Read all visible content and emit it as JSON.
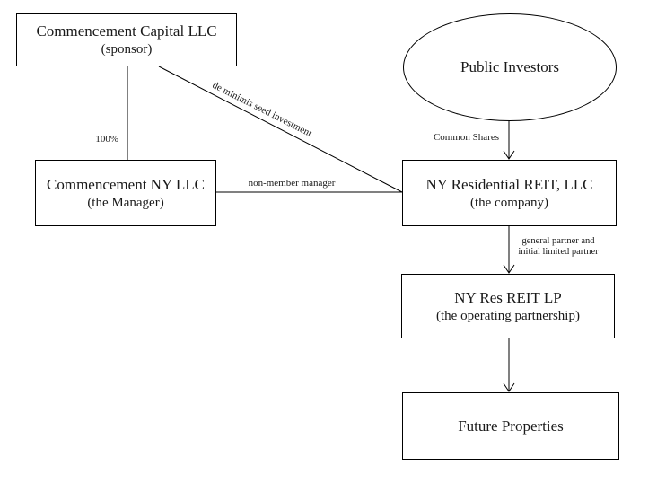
{
  "diagram": {
    "background_color": "#ffffff",
    "line_color": "#000000",
    "nodes": {
      "sponsor": {
        "name": "Commencement Capital LLC",
        "subtitle": "(sponsor)",
        "shape": "rectangle"
      },
      "public_investors": {
        "name": "Public Investors",
        "shape": "ellipse"
      },
      "manager": {
        "name": "Commencement NY LLC",
        "subtitle": "(the Manager)",
        "shape": "rectangle"
      },
      "company": {
        "name": "NY Residential REIT, LLC",
        "subtitle": "(the company)",
        "shape": "rectangle"
      },
      "operating_partnership": {
        "name": "NY Res REIT LP",
        "subtitle": "(the operating partnership)",
        "shape": "rectangle"
      },
      "future_properties": {
        "name": "Future Properties",
        "shape": "rectangle"
      }
    },
    "edge_labels": {
      "ownership": "100%",
      "seed_investment": "de minimis seed investment",
      "non_member_manager": "non-member manager",
      "common_shares": "Common Shares",
      "general_partner_line1": "general partner and",
      "general_partner_line2": "initial limited partner"
    }
  }
}
